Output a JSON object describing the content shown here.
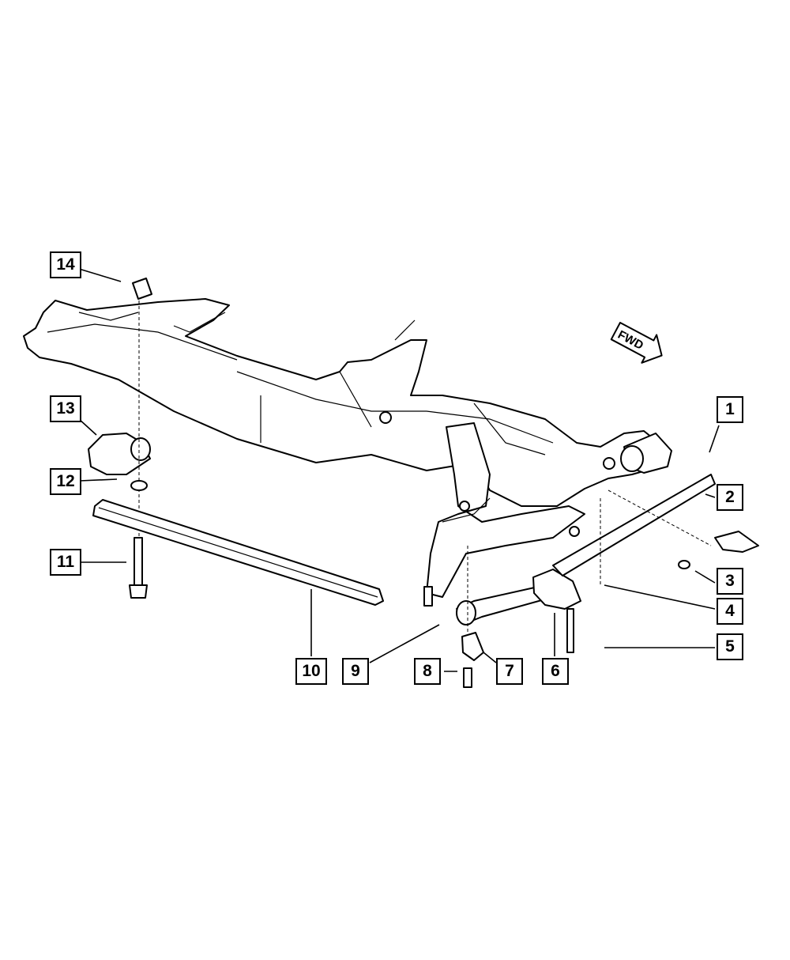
{
  "callouts": [
    {
      "number": "1"
    },
    {
      "number": "2"
    },
    {
      "number": "3"
    },
    {
      "number": "4"
    },
    {
      "number": "5"
    },
    {
      "number": "6"
    },
    {
      "number": "7"
    },
    {
      "number": "8"
    },
    {
      "number": "9"
    },
    {
      "number": "10"
    },
    {
      "number": "11"
    },
    {
      "number": "12"
    },
    {
      "number": "13"
    },
    {
      "number": "14"
    }
  ],
  "direction_arrow": {
    "label": "FWD"
  },
  "colors": {
    "line": "#000000",
    "background": "#ffffff"
  }
}
